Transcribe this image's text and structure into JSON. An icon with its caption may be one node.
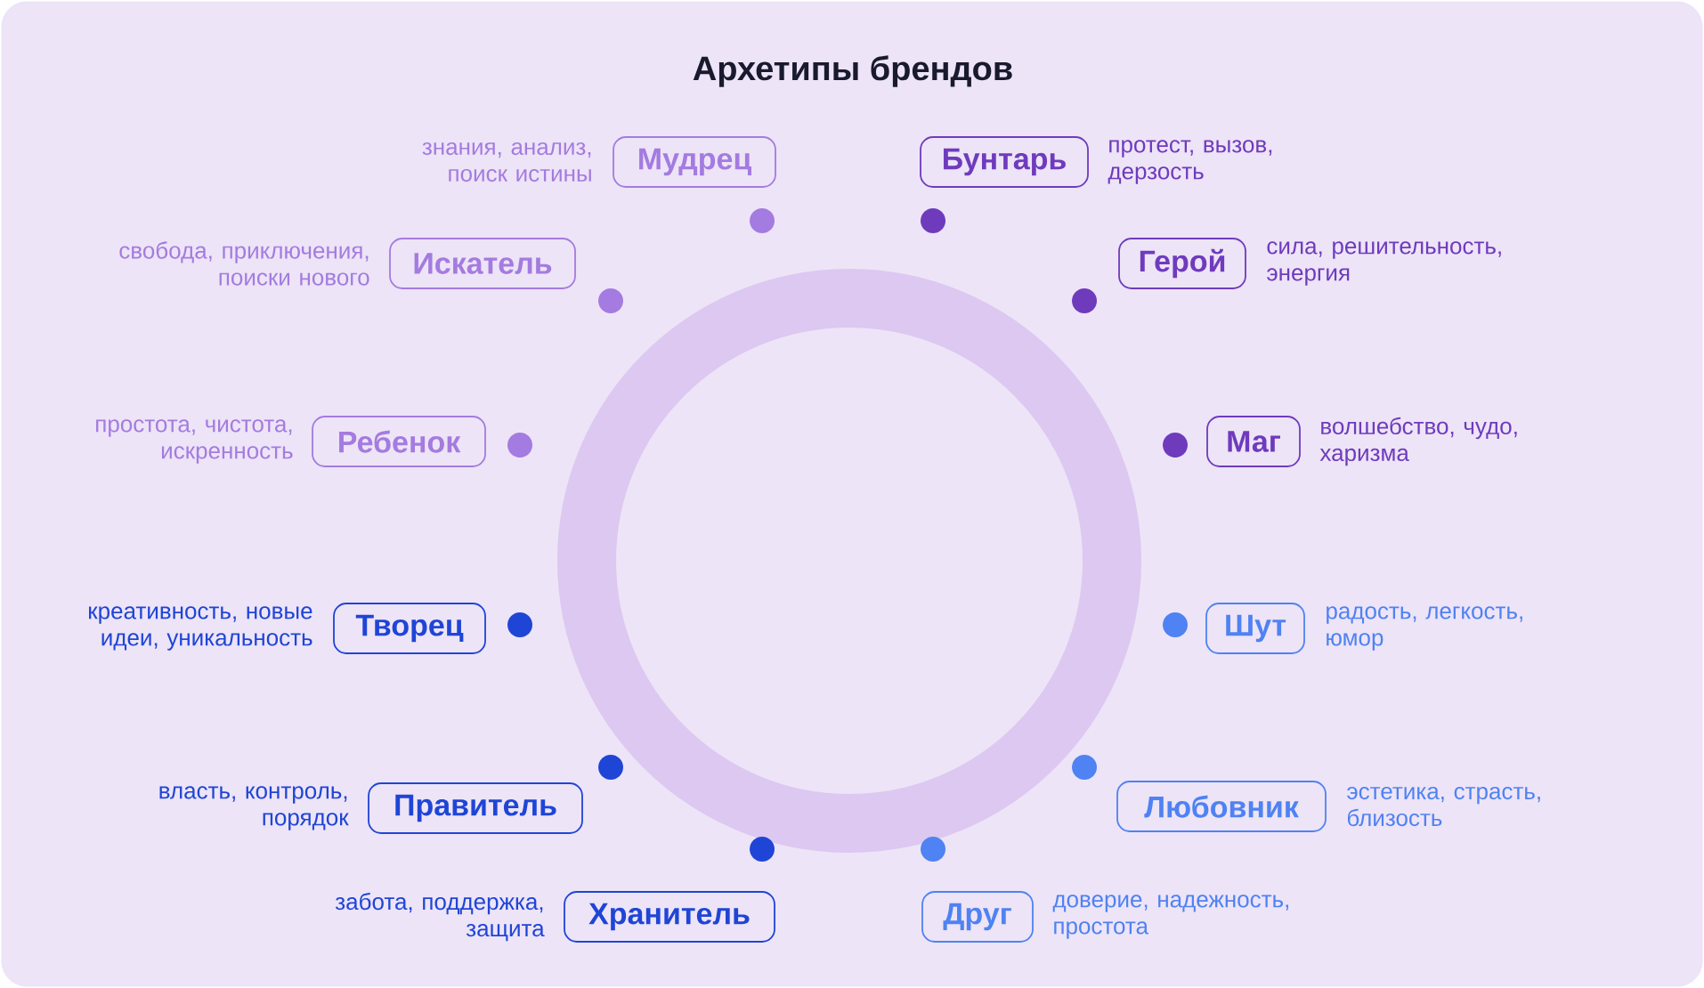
{
  "diagram": {
    "title": "Архетипы брендов",
    "nodes": [
      {
        "text": [
          "Мудрец"
        ],
        "beside": [
          "знания, анализ, поиск истины"
        ]
      },
      {
        "text": [
          "Бунтарь"
        ],
        "beside": [
          "протест, вызов, дерзость"
        ]
      },
      {
        "text": [
          "Искатель"
        ],
        "beside": [
          "свобода, приключения, поиски нового"
        ]
      },
      {
        "text": [
          "Герой"
        ],
        "beside": [
          "сила, решительность, энергия"
        ]
      },
      {
        "text": [
          "Ребенок"
        ],
        "beside": [
          "простота, чистота, искренность"
        ]
      },
      {
        "text": [
          "Маг"
        ],
        "beside": [
          "волшебство, чудо, харизма"
        ]
      },
      {
        "text": [
          "Творец"
        ],
        "beside": [
          "креативность, новые идеи, уникальность"
        ]
      },
      {
        "text": [
          "Шут"
        ],
        "beside": [
          "радость, легкость, юмор"
        ]
      },
      {
        "text": [
          "Правитель"
        ],
        "beside": [
          "власть, контроль, порядок"
        ]
      },
      {
        "text": [
          "Любовник"
        ],
        "beside": [
          "эстетика, страсть, близость"
        ]
      },
      {
        "text": [
          "Хранитель"
        ],
        "beside": [
          "забота, поддержка, защита"
        ]
      },
      {
        "text": [
          "Друг"
        ],
        "beside": [
          "доверие, надежность, простота"
        ]
      }
    ]
  }
}
